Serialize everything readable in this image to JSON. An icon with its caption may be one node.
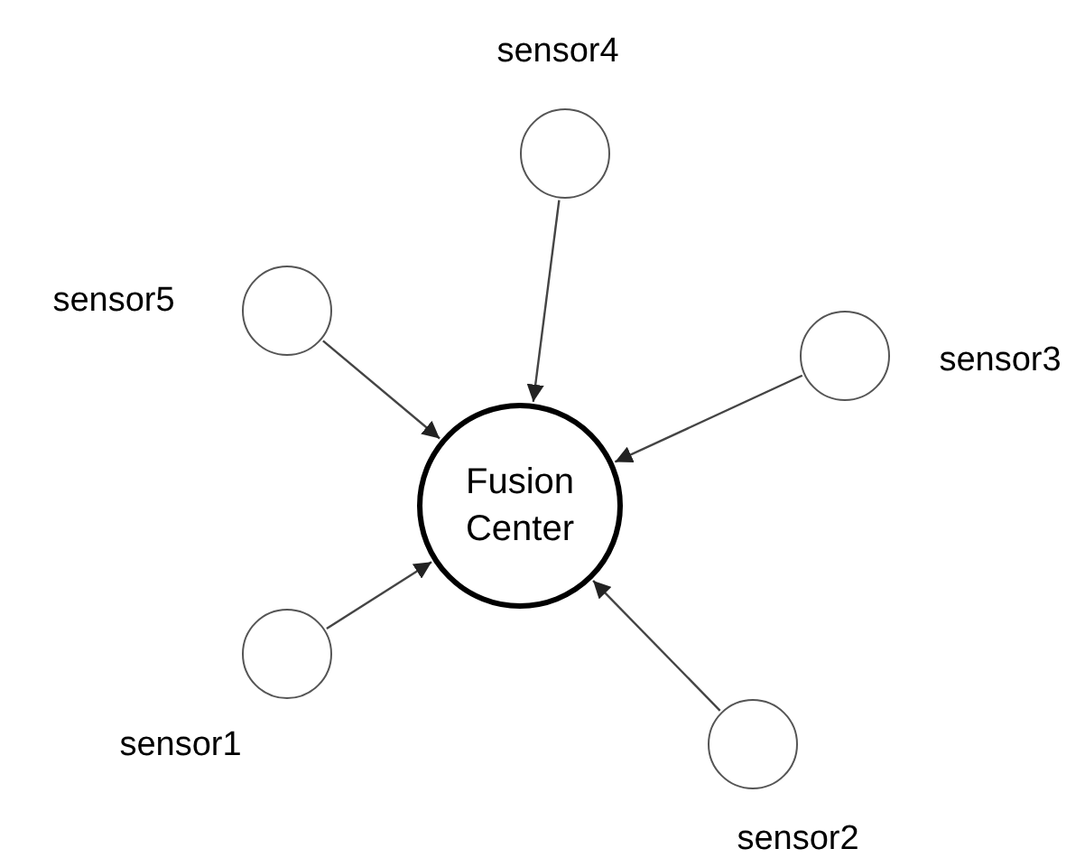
{
  "diagram": {
    "nodes": [
      {
        "text": [
          "Fusion Center"
        ]
      },
      {
        "text": [],
        "shape": "circle",
        "beside": [
          "sensor1"
        ]
      },
      {
        "text": [],
        "shape": "circle",
        "beside": [
          "sensor2"
        ]
      },
      {
        "text": [],
        "shape": "circle",
        "beside": [
          "sensor3"
        ]
      },
      {
        "text": [],
        "shape": "circle",
        "beside": [
          "sensor4"
        ]
      },
      {
        "text": [],
        "shape": "circle",
        "beside": [
          "sensor5"
        ]
      }
    ],
    "edges": [
      {
        "from": 1,
        "to": 0,
        "arrow": "to"
      },
      {
        "from": 2,
        "to": 0,
        "arrow": "to"
      },
      {
        "from": 3,
        "to": 0,
        "arrow": "to"
      },
      {
        "from": 4,
        "to": 0,
        "arrow": "to"
      },
      {
        "from": 5,
        "to": 0,
        "arrow": "to"
      }
    ]
  }
}
